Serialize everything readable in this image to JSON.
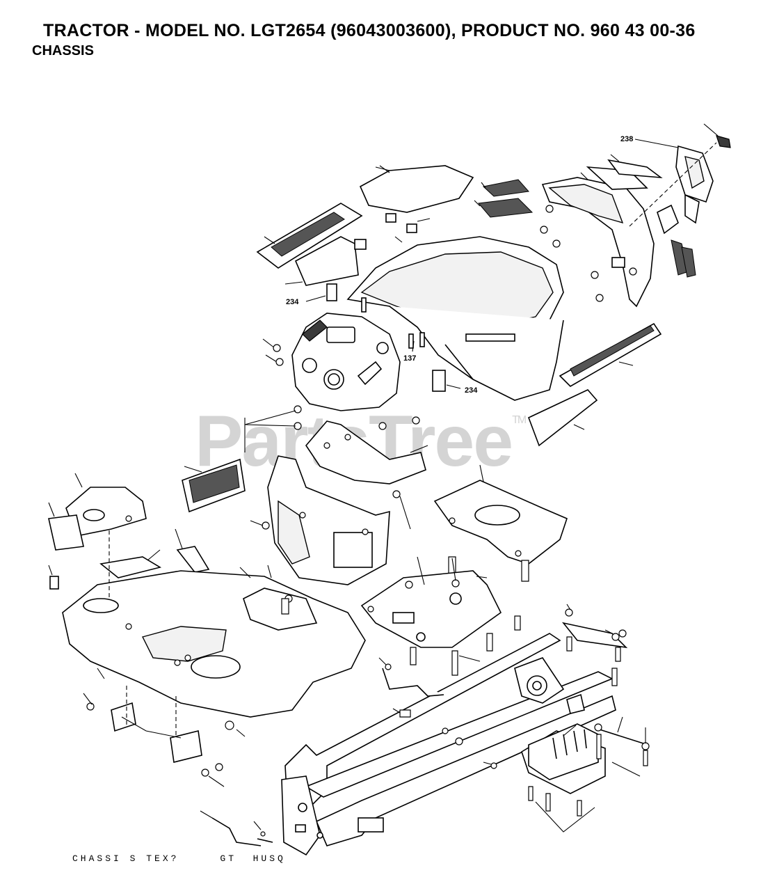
{
  "header": {
    "title": "TRACTOR - MODEL NO. LGT2654 (96043003600), PRODUCT NO. 960 43 00-36",
    "subtitle": "CHASSIS"
  },
  "callouts": {
    "c238": "238",
    "c234a": "234",
    "c137": "137",
    "c234b": "234"
  },
  "watermark": {
    "text": "PartsTree",
    "mark": "TM"
  },
  "footer": {
    "code": "CHASSI S TEX?     GT  HUSQ"
  }
}
